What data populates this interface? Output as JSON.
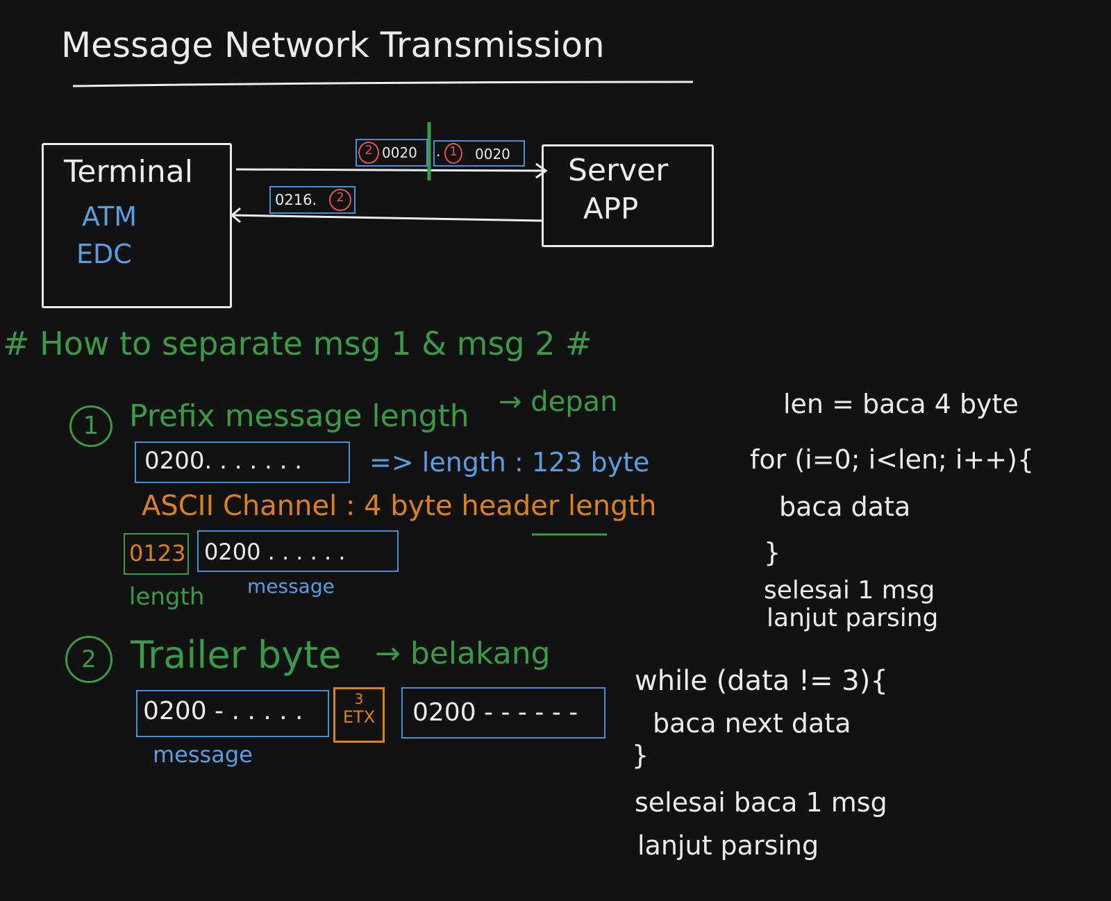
{
  "title": "Message Network Transmission",
  "terminal": {
    "label": "Terminal",
    "items": [
      "ATM",
      "EDC"
    ]
  },
  "server": {
    "line1": "Server",
    "line2": "APP"
  },
  "packets": {
    "msg2_marker": "2",
    "msg2_value": "0020",
    "msg1_prefix": ".",
    "msg1_marker": "1",
    "msg1_value": "0020",
    "response_value": "0216.",
    "response_marker": "2"
  },
  "question": "# How to separate msg 1 & msg 2 #",
  "method1": {
    "number": "1",
    "title": "Prefix message length",
    "direction": "→ depan",
    "example": "0200. . . . . . .",
    "length_note": "=> length : 123 byte",
    "ascii_prefix": "ASCII Channel : 4 byte ",
    "ascii_highlight": "header",
    "ascii_suffix": " length",
    "length_box": "0123",
    "message_box": "0200 . . . . . .",
    "length_label": "length",
    "message_label": "message"
  },
  "method2": {
    "number": "2",
    "title": "Trailer byte",
    "direction": "→ belakang",
    "message1": "0200 - . . . . .",
    "etx_code": "3",
    "etx_label": "ETX",
    "message2": "0200 - - - - - -",
    "message_label": "message"
  },
  "code1": [
    "len = baca 4 byte",
    "for (i=0; i<len; i++){",
    "baca data",
    "}",
    "selesai   1 msg",
    "lanjut   parsing"
  ],
  "code2": [
    "while (data != 3){",
    "baca next data",
    "}",
    "selesai baca 1 msg",
    "lanjut parsing"
  ],
  "colors": {
    "background": "#121212",
    "white": "#ececec",
    "blue": "#5a9ee0",
    "green": "#3a9a45",
    "orange": "#d9821e",
    "red": "#e05555"
  }
}
